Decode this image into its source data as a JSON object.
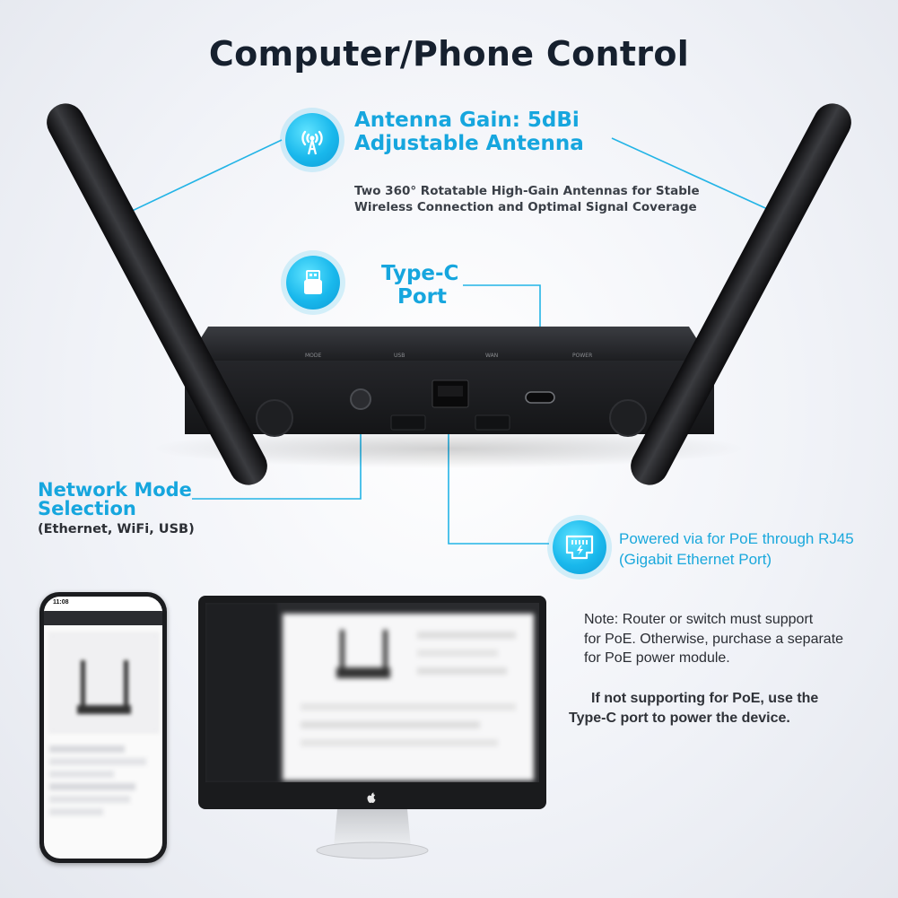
{
  "title": "Computer/Phone Control",
  "antenna": {
    "heading_line1": "Antenna Gain: 5dBi",
    "heading_line2": "Adjustable Antenna",
    "description_line1": "Two 360° Rotatable High-Gain Antennas for Stable",
    "description_line2": "Wireless Connection and Optimal Signal Coverage",
    "icon": "antenna-signal-icon"
  },
  "type_c": {
    "heading_line1": "Type-C",
    "heading_line2": "Port",
    "icon": "usb-port-icon"
  },
  "network_mode": {
    "heading_line1": "Network Mode",
    "heading_line2": "Selection",
    "description": "(Ethernet, WiFi, USB)"
  },
  "poe": {
    "line1": "Powered via for PoE through RJ45",
    "line2": "(Gigabit Ethernet Port)",
    "icon": "ethernet-port-icon"
  },
  "notes": {
    "line1": "Note: Router or switch must support",
    "line2": "for PoE. Otherwise, purchase a separate",
    "line3": "for PoE power module.",
    "line4": "If not supporting for PoE, use the",
    "line5": "Type-C port to power the device."
  },
  "device_port_labels": [
    "POWER",
    "WAN",
    "USB",
    "MODE"
  ],
  "phone": {
    "status_time": "11:08"
  },
  "colors": {
    "accent": "#16a6de",
    "title": "#16202e",
    "device_body": "#1c1d20"
  }
}
